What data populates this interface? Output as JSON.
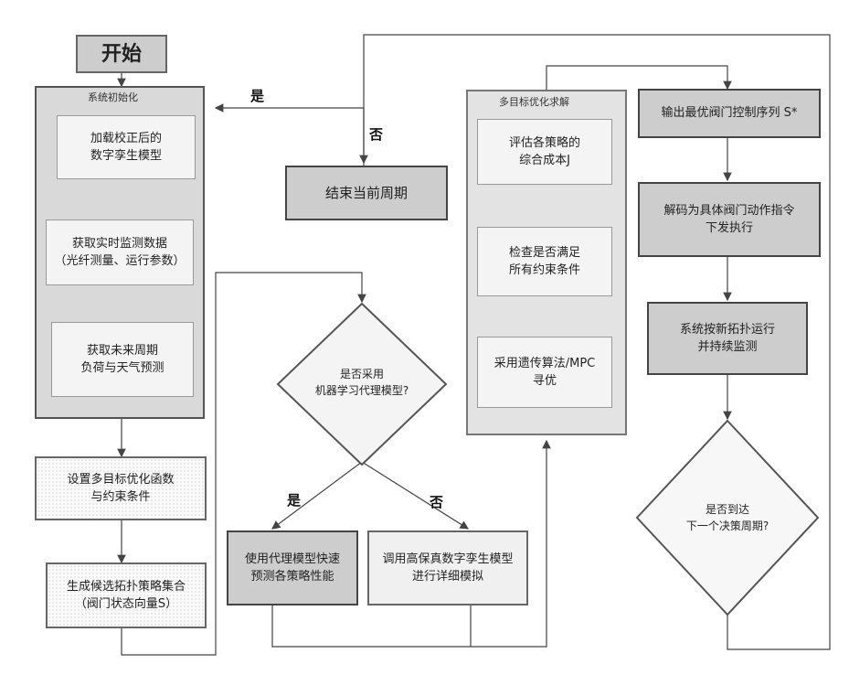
{
  "start": "开始",
  "system_init": {
    "title": "系统初始化",
    "items": [
      "加载校正后的\n数字孪生模型",
      "获取实时监测数据\n（光纤测量、运行参数）",
      "获取未来周期\n负荷与天气预测"
    ]
  },
  "objective": "设置多目标优化函数\n与约束条件",
  "candidates": "生成候选拓扑策略集合\n（阀门状态向量S）",
  "end_cycle": "结束当前周期",
  "decision_surrogate": "是否采用\n机器学习代理模型?",
  "surrogate_predict": "使用代理模型快速\n预测各策略性能",
  "hifi_sim": "调用高保真数字孪生模型\n进行详细模拟",
  "moo": {
    "title": "多目标优化求解",
    "items": [
      "评估各策略的\n综合成本J",
      "检查是否满足\n所有约束条件",
      "采用遗传算法/MPC\n寻优"
    ]
  },
  "output_seq": "输出最优阀门控制序列 S*",
  "decode": "解码为具体阀门动作指令\n下发执行",
  "execute": "系统按新拓扑运行\n并持续监测",
  "decision_next": "是否到达\n下一个决策周期?",
  "labels": {
    "yes": "是",
    "no": "否"
  }
}
